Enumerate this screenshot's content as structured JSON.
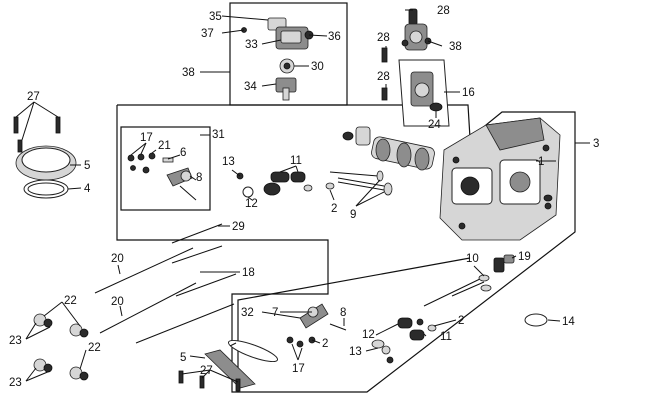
{
  "labels": {
    "l1": "1",
    "l2a": "2",
    "l2b": "2",
    "l2c": "2",
    "l3": "3",
    "l4": "4",
    "l5a": "5",
    "l5b": "5",
    "l6": "6",
    "l7": "7",
    "l8a": "8",
    "l8b": "8",
    "l9": "9",
    "l10": "10",
    "l11a": "11",
    "l11b": "11",
    "l12a": "12",
    "l12b": "12",
    "l13a": "13",
    "l13b": "13",
    "l14": "14",
    "l16": "16",
    "l17a": "17",
    "l17b": "17",
    "l18": "18",
    "l19": "19",
    "l20a": "20",
    "l20b": "20",
    "l21": "21",
    "l22a": "22",
    "l22b": "22",
    "l23a": "23",
    "l23b": "23",
    "l24": "24",
    "l27a": "27",
    "l27b": "27",
    "l28a": "28",
    "l28b": "28",
    "l28c": "28",
    "l29": "29",
    "l30": "30",
    "l31": "31",
    "l32": "32",
    "l33": "33",
    "l34": "34",
    "l35": "35",
    "l36": "36",
    "l37": "37",
    "l38a": "38",
    "l38b": "38"
  },
  "colors": {
    "ink": "#111111",
    "background": "#ffffff",
    "shade": "#8d8d8d"
  }
}
